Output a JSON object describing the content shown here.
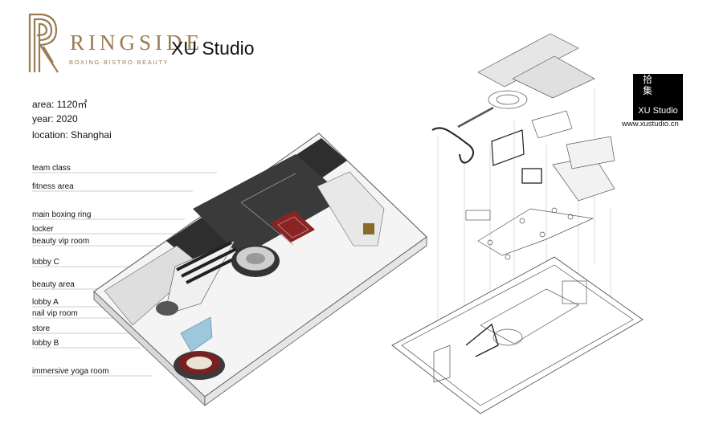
{
  "brand": {
    "name": "RINGSIDE",
    "tagline": "BOXING·BISTRO·BEAUTY",
    "colors": {
      "gold": "#9a7b52"
    }
  },
  "studio": {
    "name": "XU Studio"
  },
  "info": {
    "area": "area: 1120㎡",
    "year": "year: 2020",
    "location": "location: Shanghai"
  },
  "labels": [
    "team class",
    "fitness area",
    "main boxing ring",
    "locker",
    "beauty vip room",
    "lobby C",
    "beauty area",
    "lobby A",
    "nail vip room",
    "store",
    "lobby B",
    "immersive yoga room"
  ],
  "qr": {
    "glyphs": "拾集",
    "name": "XU Studio"
  },
  "website": "www.xustudio.cn"
}
